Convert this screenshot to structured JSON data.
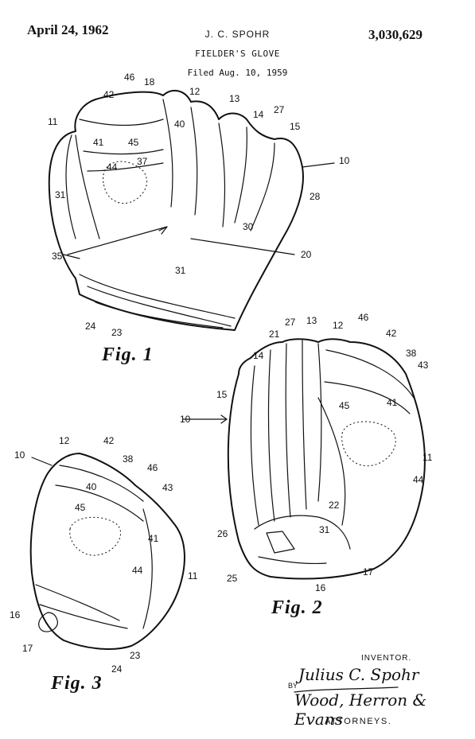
{
  "header": {
    "date": "April 24, 1962",
    "inventor": "J. C. SPOHR",
    "patent_number": "3,030,629",
    "title": "FIELDER'S GLOVE",
    "filed": "Filed Aug. 10, 1959"
  },
  "figures": {
    "fig1": {
      "label": "Fig. 1",
      "refs": [
        "46",
        "18",
        "42",
        "12",
        "13",
        "14",
        "27",
        "15",
        "11",
        "40",
        "45",
        "41",
        "37",
        "44",
        "10",
        "31",
        "28",
        "30",
        "35",
        "20",
        "31",
        "24",
        "23"
      ]
    },
    "fig2": {
      "label": "Fig. 2",
      "refs": [
        "27",
        "13",
        "12",
        "46",
        "42",
        "21",
        "38",
        "14",
        "43",
        "15",
        "45",
        "41",
        "10",
        "11",
        "44",
        "22",
        "31",
        "26",
        "25",
        "16",
        "17"
      ]
    },
    "fig3": {
      "label": "Fig. 3",
      "refs": [
        "12",
        "42",
        "10",
        "38",
        "46",
        "40",
        "43",
        "45",
        "41",
        "44",
        "11",
        "16",
        "17",
        "23",
        "24"
      ]
    }
  },
  "signature": {
    "inventor_label": "INVENTOR.",
    "inventor_name": "Julius C. Spohr",
    "by_label": "BY",
    "attorneys_name": "Wood, Herron & Evans",
    "attorneys_label": "ATTORNEYS."
  }
}
